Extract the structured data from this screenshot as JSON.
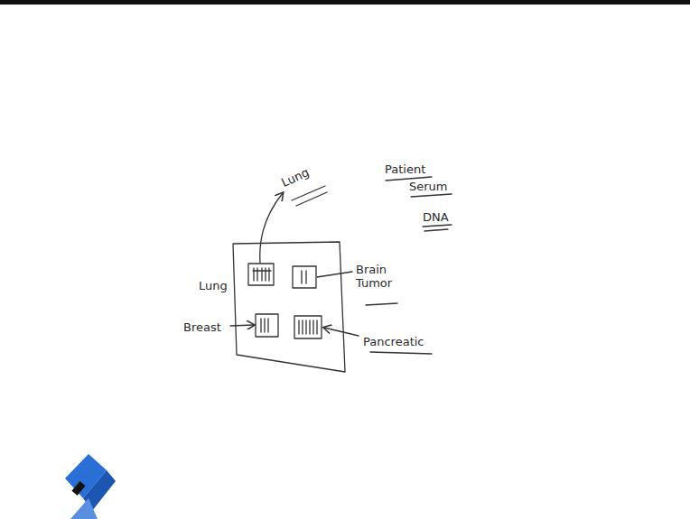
{
  "diagram": {
    "labels": [
      "Lung",
      "Lung",
      "Brain Tumor",
      "Breast",
      "Pancreatic",
      "Patient",
      "Serum",
      "DNA"
    ]
  }
}
